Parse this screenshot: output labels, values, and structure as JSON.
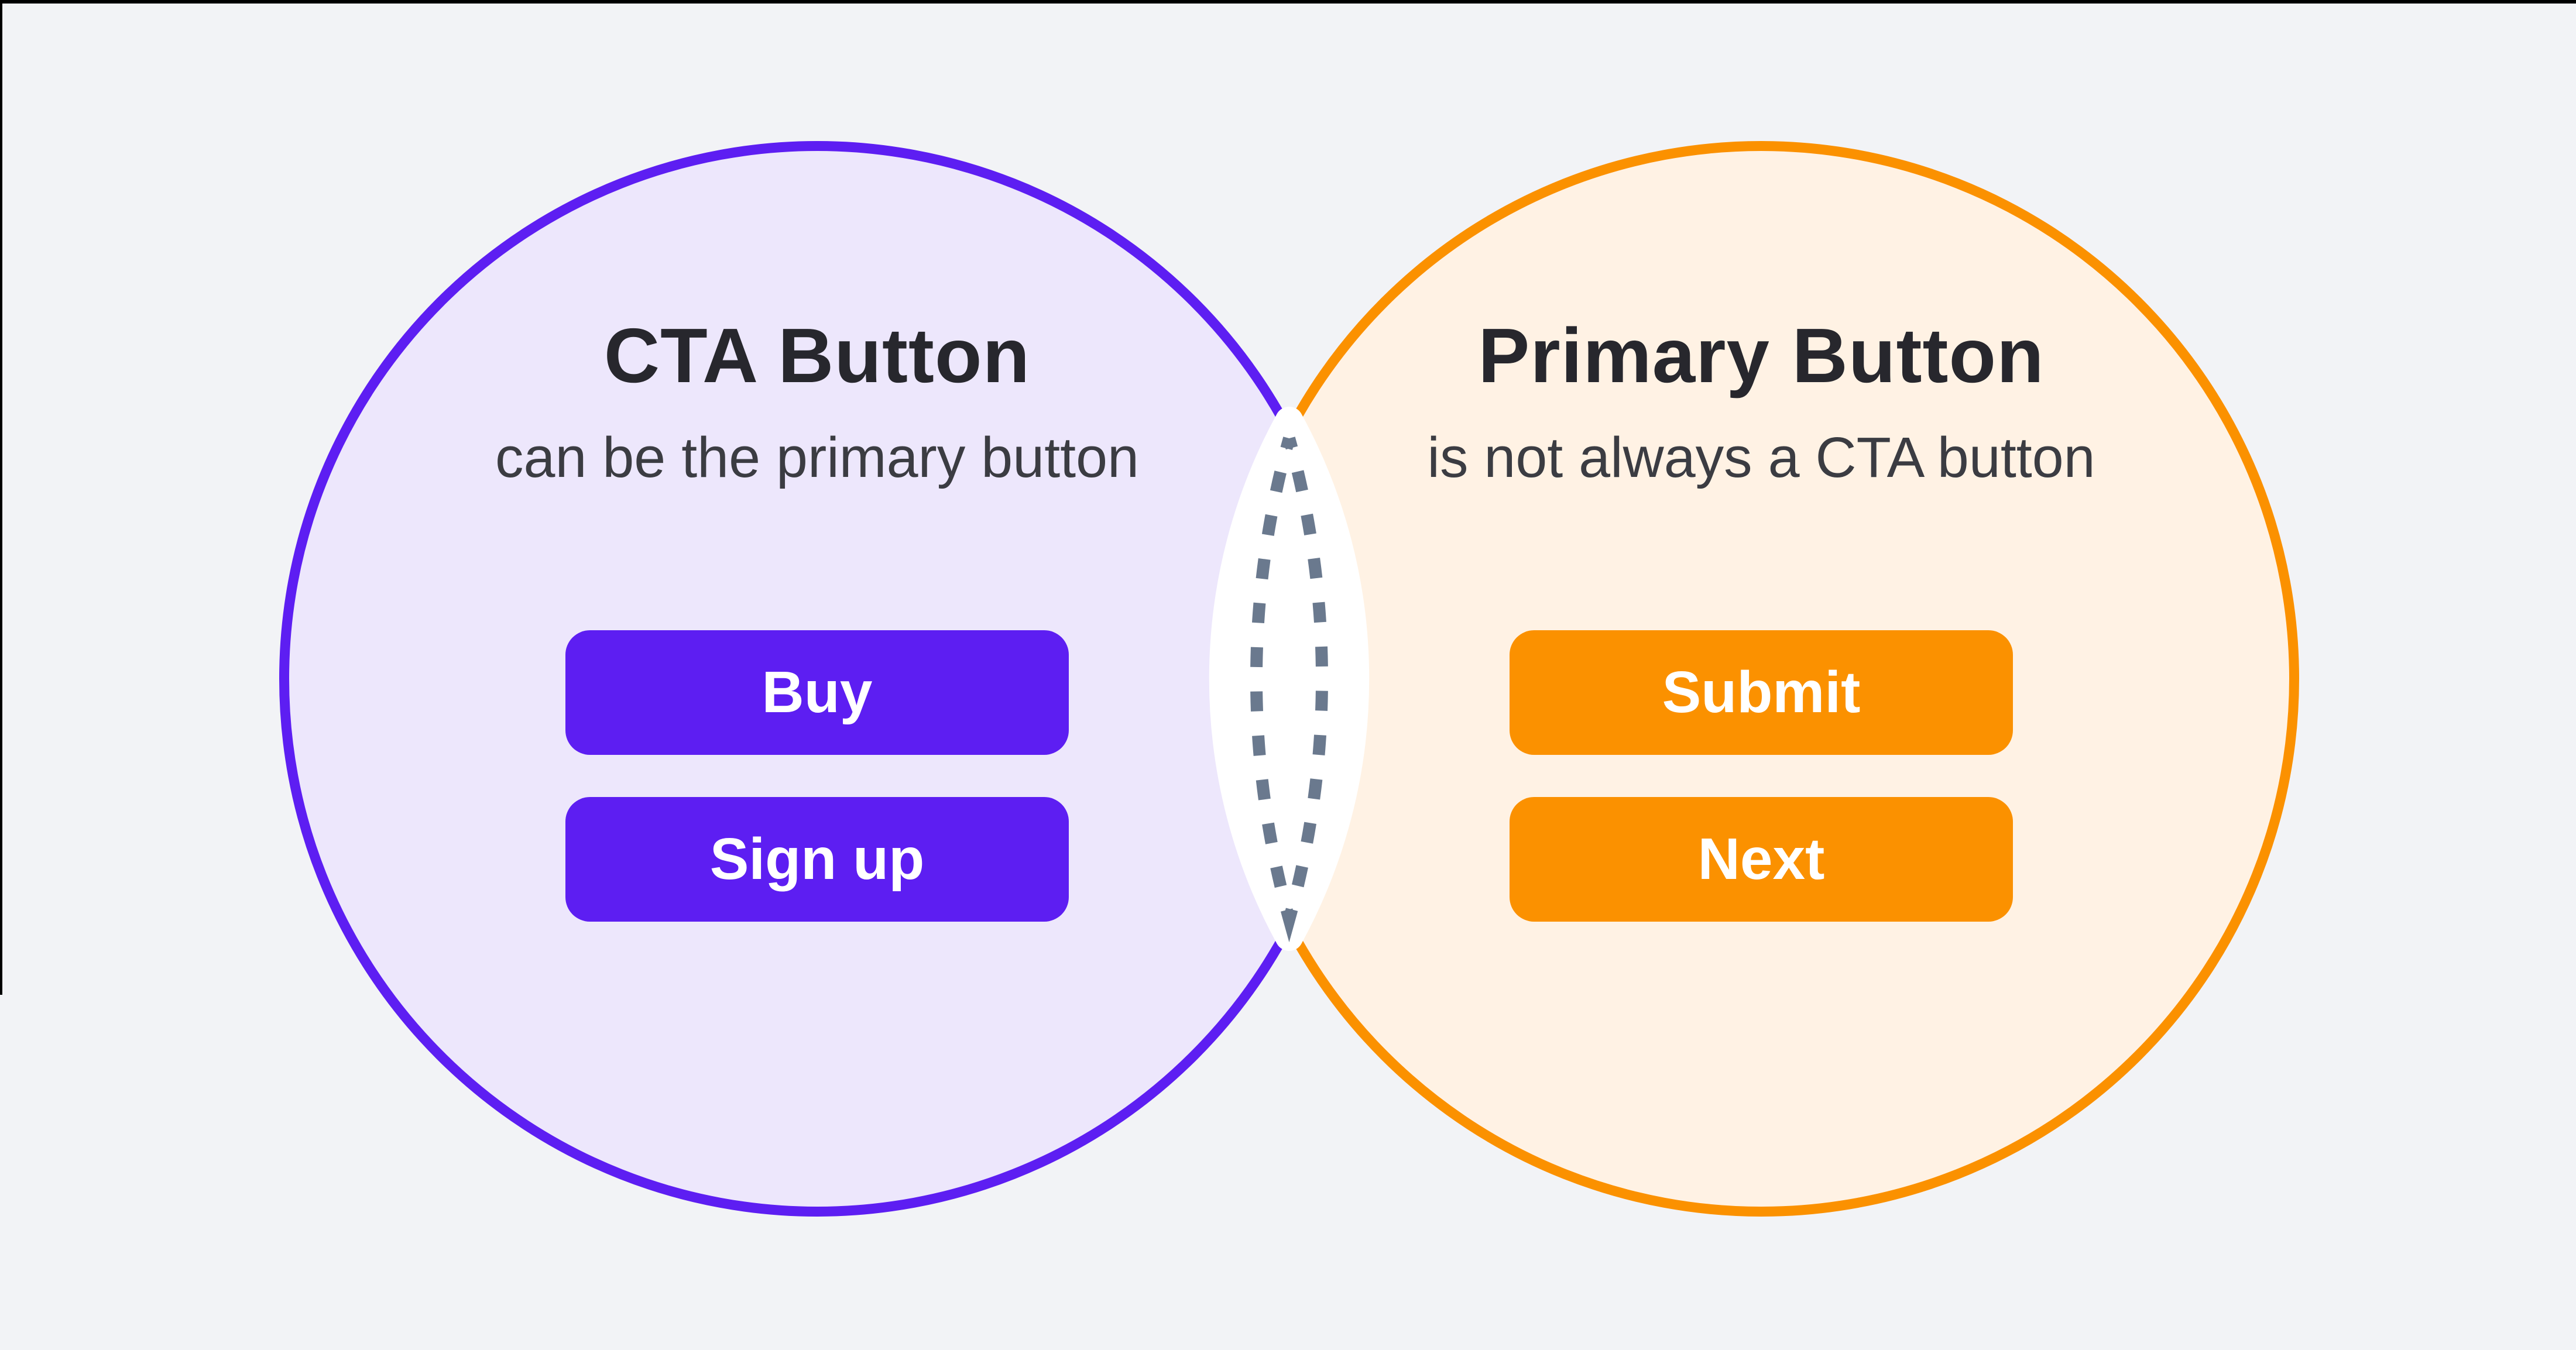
{
  "canvas": {
    "background": "#F2F3F6"
  },
  "text_colors": {
    "title": "#27272D",
    "subtitle": "#3B3C42",
    "button_label": "#FFFFFF"
  },
  "diagram": {
    "left_circle": {
      "title": "CTA Button",
      "subtitle": "can be the primary button",
      "fill": "#EDE7FC",
      "accent": "#5D1EF2",
      "buttons": [
        {
          "label": "Buy"
        },
        {
          "label": "Sign up"
        }
      ]
    },
    "right_circle": {
      "title": "Primary Button",
      "subtitle": "is not always a CTA button",
      "fill": "#FFF2E4",
      "accent": "#FB9100",
      "buttons": [
        {
          "label": "Submit"
        },
        {
          "label": "Next"
        }
      ]
    },
    "overlap": {
      "fill": "#FFFFFF",
      "dash_color": "#6A798E"
    }
  }
}
